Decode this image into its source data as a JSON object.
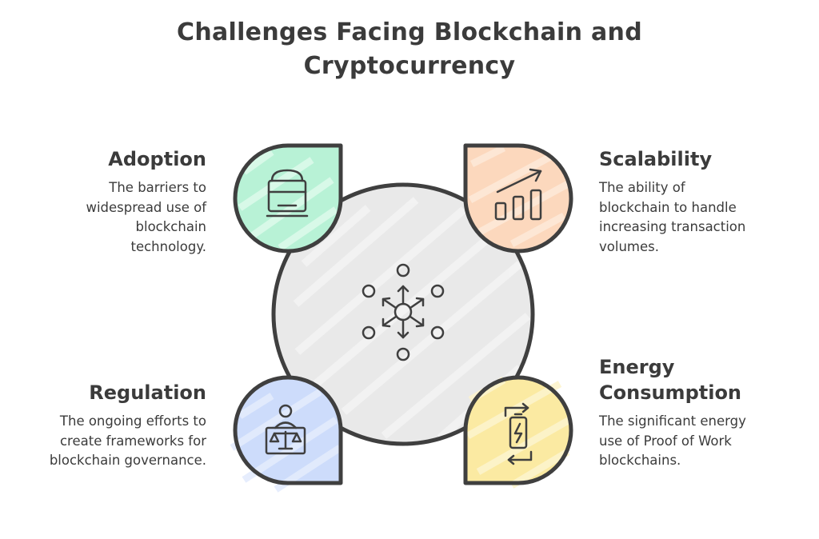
{
  "title": {
    "line1": "Challenges Facing Blockchain and",
    "line2": "Cryptocurrency"
  },
  "center": {
    "icon": "network-nodes-icon",
    "fill_color": "#e8e8e8"
  },
  "items": [
    {
      "id": "adoption",
      "heading": "Adoption",
      "desc_lines": [
        "The barriers to",
        "widespread use of",
        "blockchain",
        "technology."
      ],
      "icon": "locked-device-icon",
      "color": "#b8f2d6"
    },
    {
      "id": "scalability",
      "heading": "Scalability",
      "desc_lines": [
        "The ability of",
        "blockchain to handle",
        "increasing transaction",
        "volumes."
      ],
      "icon": "growth-bar-chart-icon",
      "color": "#fcd8bd"
    },
    {
      "id": "regulation",
      "heading": "Regulation",
      "desc_lines": [
        "The ongoing efforts to",
        "create frameworks for",
        "blockchain governance."
      ],
      "icon": "balance-scale-person-icon",
      "color": "#cddcfb"
    },
    {
      "id": "energy",
      "heading_lines": [
        "Energy",
        "Consumption"
      ],
      "desc_lines": [
        "The significant energy",
        "use of Proof of Work",
        "blockchains."
      ],
      "icon": "battery-recycle-icon",
      "color": "#fbeaa2"
    }
  ]
}
